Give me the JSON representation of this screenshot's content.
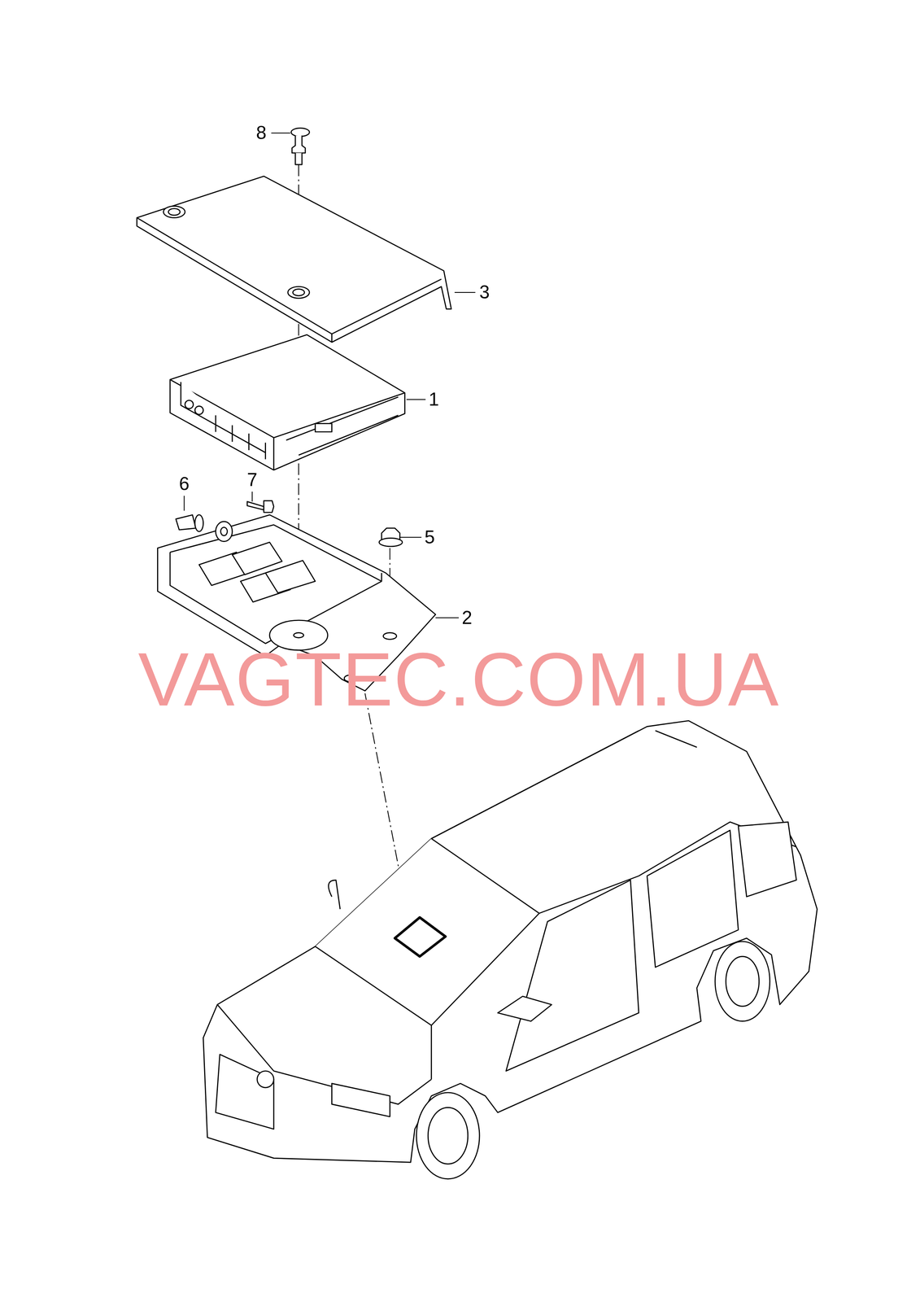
{
  "diagram": {
    "labels": [
      "8",
      "3",
      "1",
      "6",
      "7",
      "5",
      "2",
      "VAGTEC.COM.UA"
    ]
  }
}
